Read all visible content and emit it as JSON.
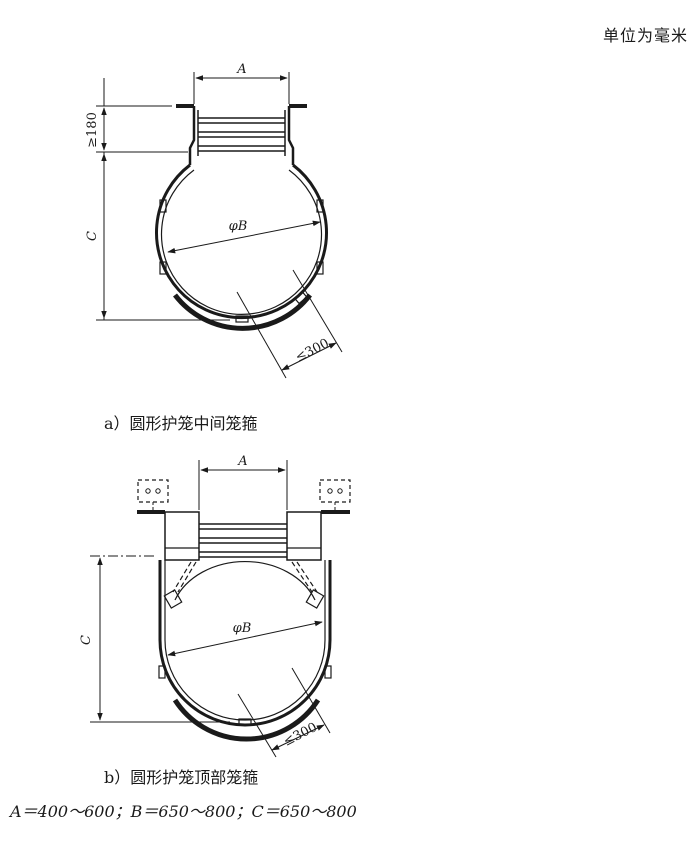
{
  "unit_label": "单位为毫米",
  "figure_a": {
    "caption": "a）圆形护笼中间笼箍",
    "dim_a": "A",
    "dim_b": "φB",
    "dim_c": "C",
    "dim_180": "≥180",
    "dim_300": "≤300"
  },
  "figure_b": {
    "caption": "b）圆形护笼顶部笼箍",
    "dim_a": "A",
    "dim_b": "φB",
    "dim_c": "C",
    "dim_300": "≤300"
  },
  "ranges_text": "A＝400～600；B＝650～800；C＝650～800"
}
